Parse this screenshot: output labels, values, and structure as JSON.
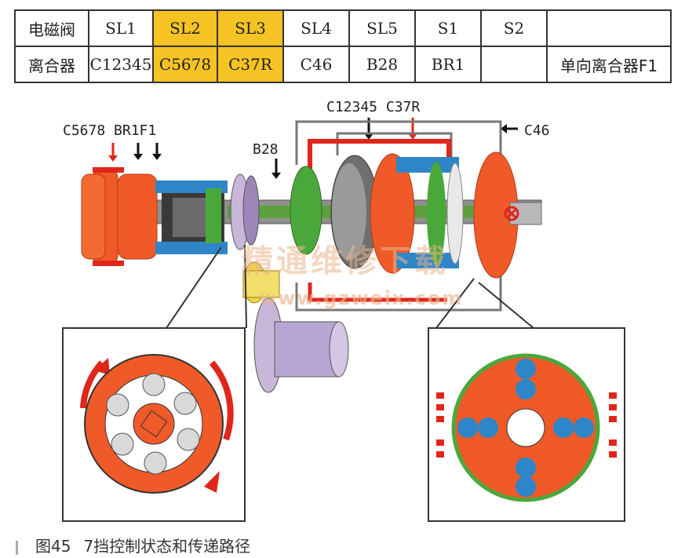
{
  "table": {
    "row1_header": "电磁阀",
    "row2_header": "离合器",
    "solenoids": [
      "SL1",
      "SL2",
      "SL3",
      "SL4",
      "SL5",
      "S1",
      "S2",
      ""
    ],
    "clutches": [
      "C12345",
      "C5678",
      "C37R",
      "C46",
      "B28",
      "BR1",
      "",
      "单向离合器F1"
    ],
    "highlight_color": "#f5c324"
  },
  "diagram": {
    "label_top_center": "C12345 C37R",
    "label_left": "C5678 BR1F1",
    "label_b28": "B28",
    "label_c46": "C46"
  },
  "watermark": {
    "cn": "精通维修下载",
    "url": "www.gzweix.com"
  },
  "caption": {
    "figure": "图45",
    "title": "7挡控制状态和传递路径"
  },
  "colors": {
    "drum_orange": "#ef5a28",
    "gear_green": "#4aa83b",
    "shaft_gray": "#9a9a9a",
    "path_red": "#e0261b",
    "roller_blue": "#2e86c8"
  }
}
